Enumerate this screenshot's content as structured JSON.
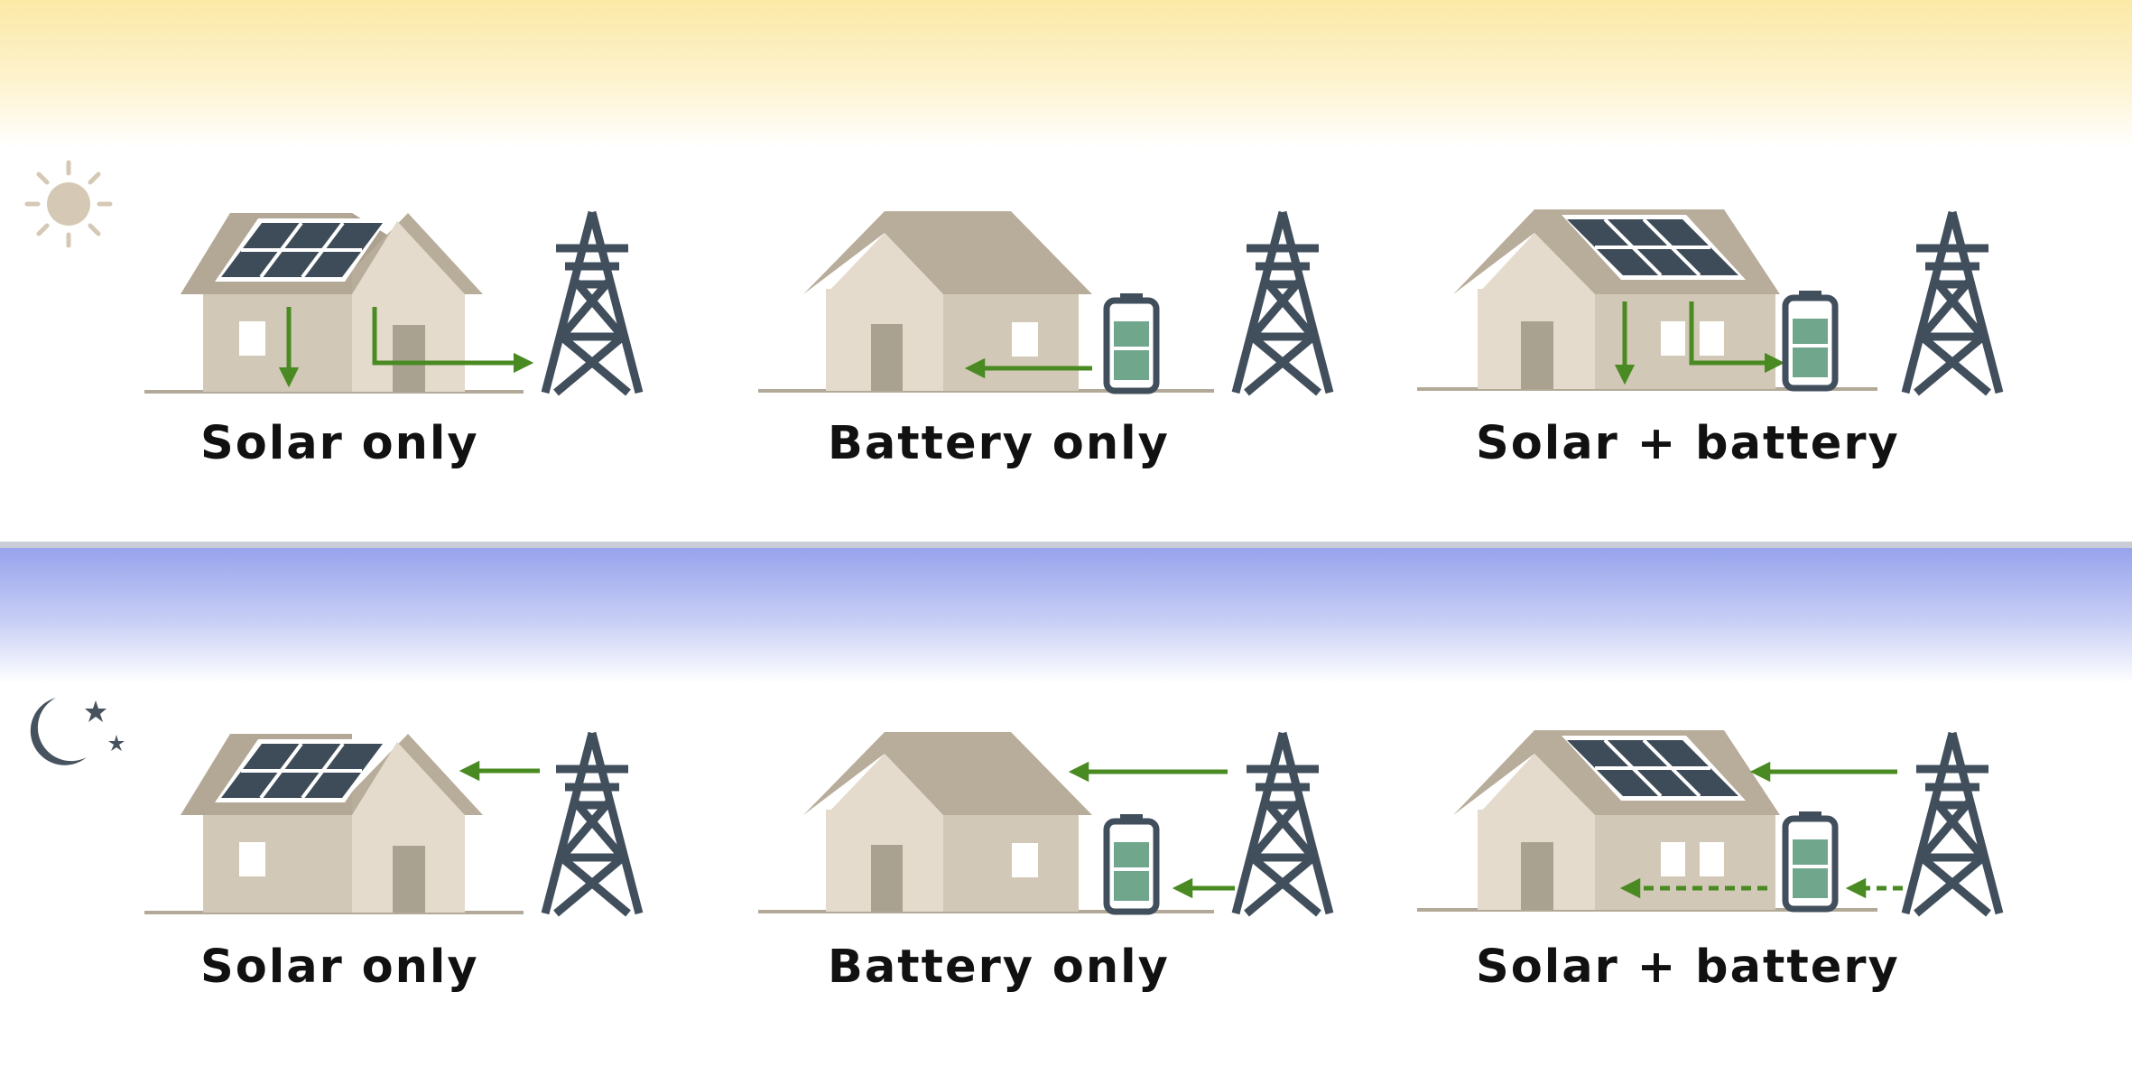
{
  "day": {
    "icon": "sun-icon",
    "scenarios": [
      {
        "label": "Solar only"
      },
      {
        "label": "Battery only"
      },
      {
        "label": "Solar + battery"
      }
    ]
  },
  "night": {
    "icon": "moon-stars-icon",
    "scenarios": [
      {
        "label": "Solar only"
      },
      {
        "label": "Battery only"
      },
      {
        "label": "Solar + battery"
      }
    ]
  },
  "colors": {
    "arrow": "#4a8a22",
    "house_wall_front": "#e6ddd0",
    "house_wall_side": "#cdc3b2",
    "roof": "#b8ad9b",
    "door": "#aaa291",
    "panel": "#3d4a57",
    "pylon": "#414e5c",
    "battery_fill": "#6fa68c",
    "day_sky": "#fbe9a6",
    "night_sky": "#97a3ec"
  }
}
